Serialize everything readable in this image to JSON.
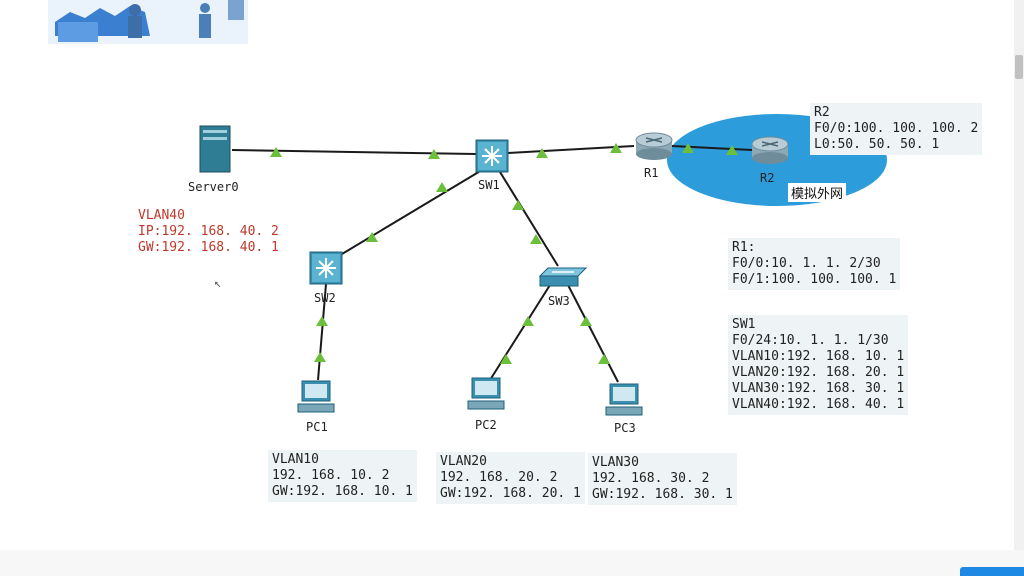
{
  "colors": {
    "link": "#1a1a1a",
    "arrow": "#6bbf3a",
    "cloud": "#2d9cdb",
    "note_bg": "#eef3f5",
    "red_note": "#c0392b"
  },
  "devices": [
    {
      "id": "server0",
      "label": "Server0",
      "icon": "server-icon"
    },
    {
      "id": "sw1",
      "label": "SW1",
      "icon": "multilayer-switch-icon"
    },
    {
      "id": "r1",
      "label": "R1",
      "icon": "router-icon"
    },
    {
      "id": "r2",
      "label": "R2",
      "icon": "router-icon"
    },
    {
      "id": "sw2",
      "label": "SW2",
      "icon": "multilayer-switch-icon"
    },
    {
      "id": "sw3",
      "label": "SW3",
      "icon": "switch-icon"
    },
    {
      "id": "pc1",
      "label": "PC1",
      "icon": "pc-icon"
    },
    {
      "id": "pc2",
      "label": "PC2",
      "icon": "pc-icon"
    },
    {
      "id": "pc3",
      "label": "PC3",
      "icon": "pc-icon"
    }
  ],
  "cloud_label": "模拟外网",
  "notes": {
    "server0": [
      "VLAN40",
      "IP:192. 168. 40. 2",
      "GW:192. 168. 40. 1"
    ],
    "r2": [
      "R2",
      "F0/0:100. 100. 100. 2",
      "L0:50. 50. 50. 1"
    ],
    "r1": [
      "R1:",
      "F0/0:10. 1. 1. 2/30",
      "F0/1:100. 100. 100. 1"
    ],
    "sw1": [
      "SW1",
      "F0/24:10. 1. 1. 1/30",
      "VLAN10:192. 168. 10. 1",
      "VLAN20:192. 168. 20. 1",
      "VLAN30:192. 168. 30. 1",
      "VLAN40:192. 168. 40. 1"
    ],
    "pc1": [
      "VLAN10",
      "192. 168. 10. 2",
      "GW:192. 168. 10. 1"
    ],
    "pc2": [
      "VLAN20",
      "192. 168. 20. 2",
      "GW:192. 168. 20. 1"
    ],
    "pc3": [
      "VLAN30",
      "192. 168. 30. 2",
      "GW:192. 168. 30. 1"
    ]
  }
}
